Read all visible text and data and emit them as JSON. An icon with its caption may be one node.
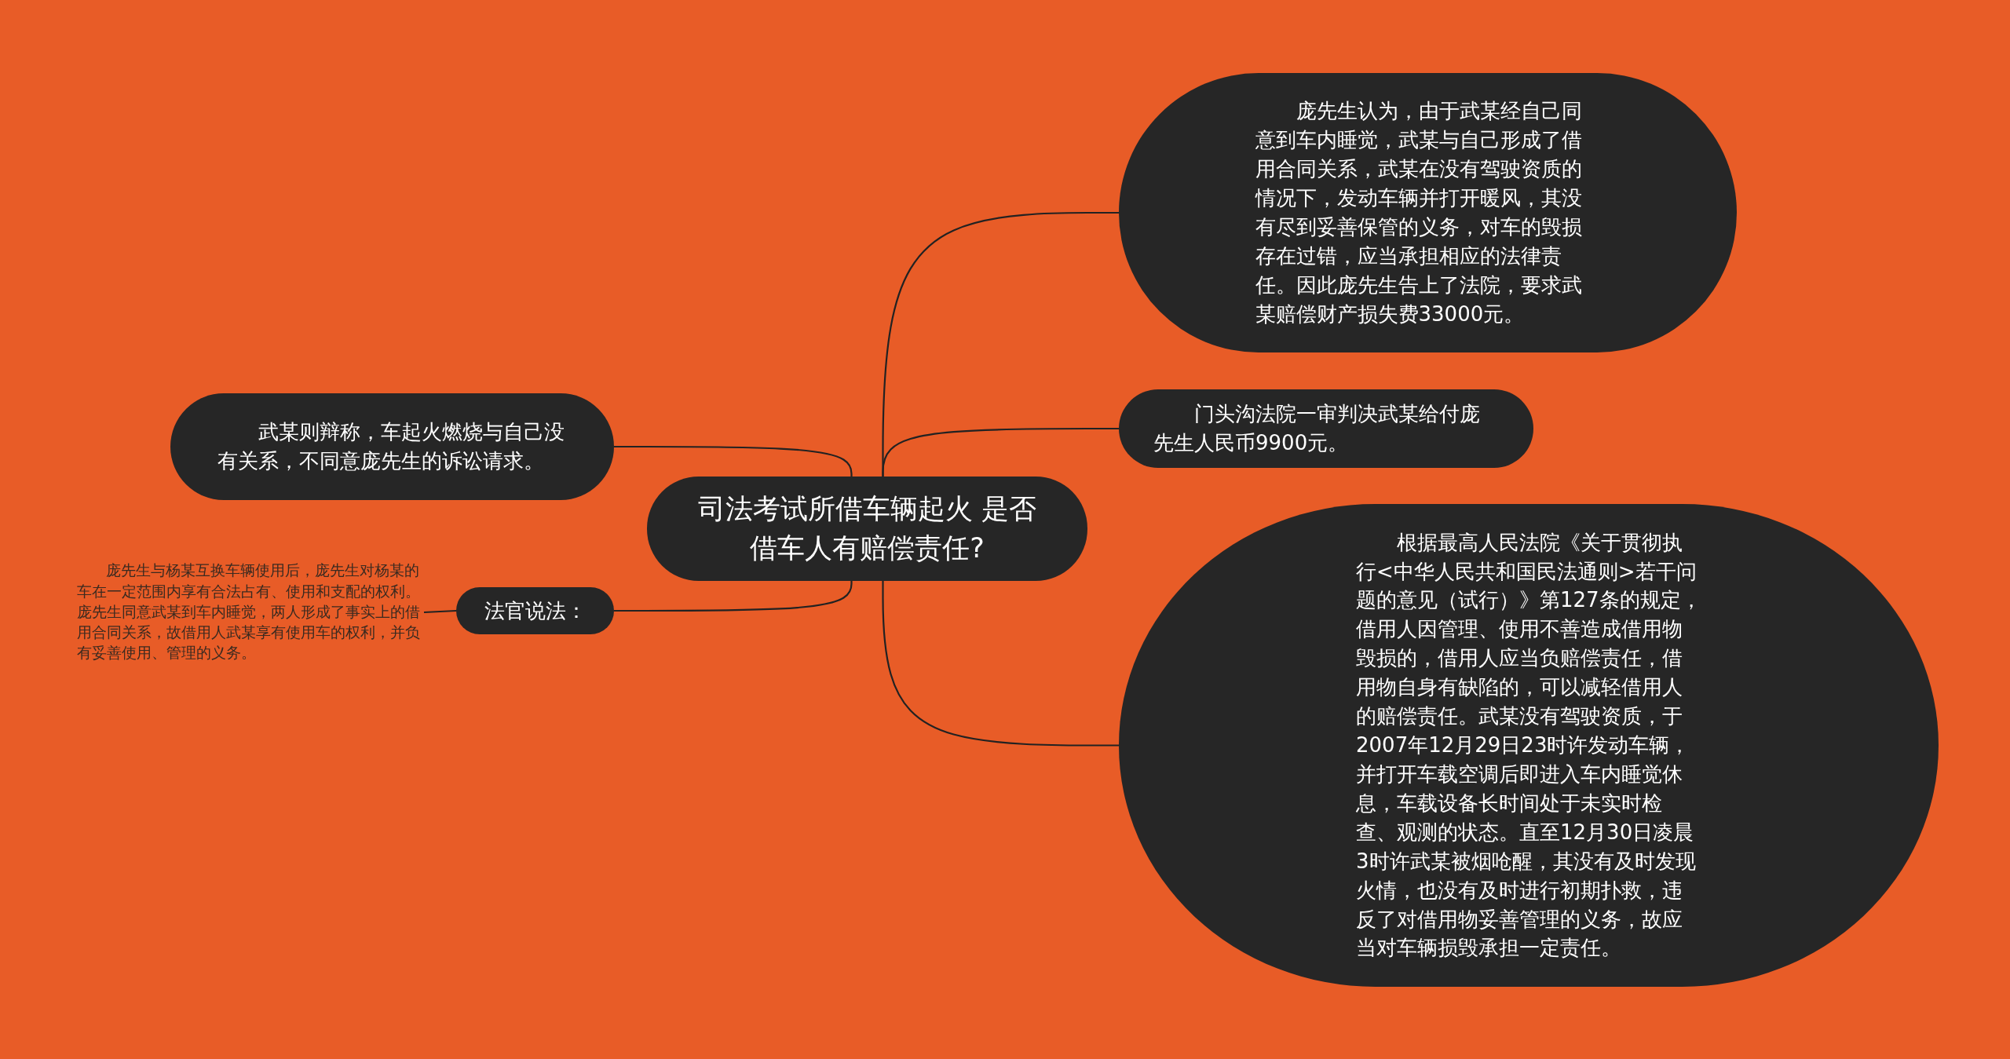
{
  "diagram": {
    "nodes": [
      {
        "text": [
          "司法考试所借车辆起火 是否借车人有赔偿责任?"
        ]
      },
      {
        "text": [
          "庞先生认为，由于武某经自己同意到车内睡觉，武某与自己形成了借用合同关系，武某在没有驾驶资质的情况下，发动车辆并打开暖风，其没有尽到妥善保管的义务，对车的毁损存在过错，应当承担相应的法律责任。因此庞先生告上了法院，要求武某赔偿财产损失费33000元。"
        ]
      },
      {
        "text": [
          "门头沟法院一审判决武某给付庞先生人民币9900元。"
        ]
      },
      {
        "text": [
          "根据最高人民法院《关于贯彻执行<中华人民共和国民法通则>若干问题的意见（试行）》第127条的规定，借用人因管理、使用不善造成借用物毁损的，借用人应当负赔偿责任，借用物自身有缺陷的，可以减轻借用人的赔偿责任。武某没有驾驶资质，于2007年12月29日23时许发动车辆，并打开车载空调后即进入车内睡觉休息，车载设备长时间处于未实时检查、观测的状态。直至12月30日凌晨3时许武某被烟呛醒，其没有及时发现火情，也没有及时进行初期扑救，违反了对借用物妥善管理的义务，故应当对车辆损毁承担一定责任。"
        ]
      },
      {
        "text": [
          "武某则辩称，车起火燃烧与自己没有关系，不同意庞先生的诉讼请求。"
        ]
      },
      {
        "text": [
          "法官说法："
        ]
      },
      {
        "text": [
          "庞先生与杨某互换车辆使用后，庞先生对杨某的车在一定范围内享有合法占有、使用和支配的权利。庞先生同意武某到车内睡觉，两人形成了事实上的借用合同关系，故借用人武某享有使用车的权利，并负有妥善使用、管理的义务。"
        ]
      }
    ],
    "edges": [
      {
        "from": 0,
        "to": 1,
        "arrow": "none"
      },
      {
        "from": 0,
        "to": 2,
        "arrow": "none"
      },
      {
        "from": 0,
        "to": 3,
        "arrow": "none"
      },
      {
        "from": 0,
        "to": 4,
        "arrow": "none"
      },
      {
        "from": 0,
        "to": 5,
        "arrow": "none"
      },
      {
        "from": 5,
        "to": 6,
        "arrow": "none"
      }
    ]
  }
}
